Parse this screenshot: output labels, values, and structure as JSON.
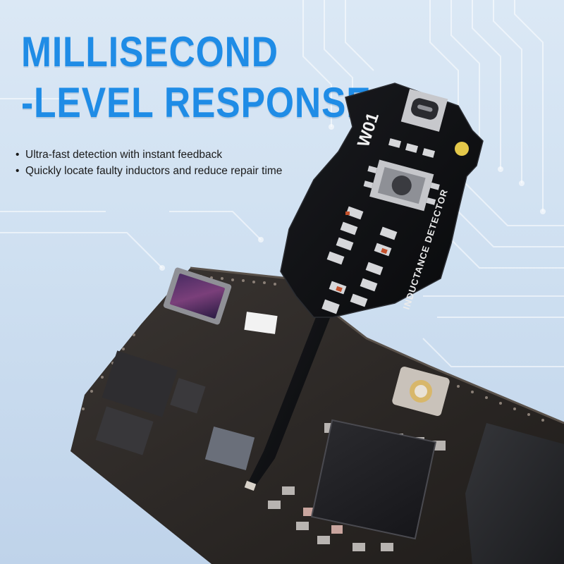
{
  "headline": {
    "line1": "MILLISECOND",
    "line2": "-LEVEL RESPONSE"
  },
  "bullets": [
    "Ultra-fast detection with instant feedback",
    "Quickly locate faulty inductors and reduce repair time"
  ],
  "probe": {
    "model_label": "W01",
    "detector_label": "INDUCTANCE DETECTOR"
  },
  "colors": {
    "headline": "#1f8ce6",
    "background": "#d3e3f3",
    "probe_pcb": "#0e0f12",
    "board": "#2b2826"
  }
}
